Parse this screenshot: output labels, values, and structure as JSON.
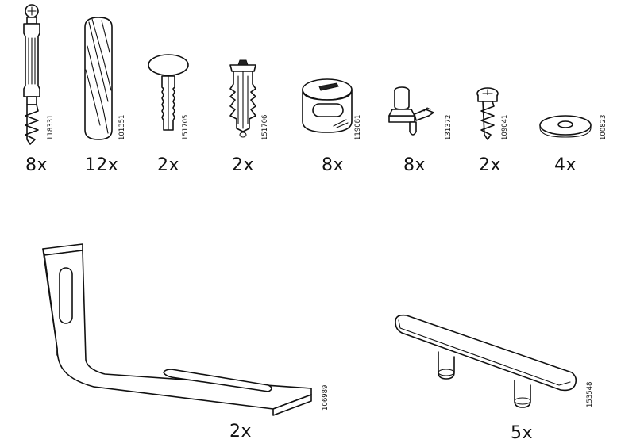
{
  "parts": [
    {
      "code": "118331",
      "qty": "8x"
    },
    {
      "code": "101351",
      "qty": "12x"
    },
    {
      "code": "151705",
      "qty": "2x"
    },
    {
      "code": "151706",
      "qty": "2x"
    },
    {
      "code": "119081",
      "qty": "8x"
    },
    {
      "code": "131372",
      "qty": "8x"
    },
    {
      "code": "109041",
      "qty": "2x"
    },
    {
      "code": "100823",
      "qty": "4x"
    },
    {
      "code": "106989",
      "qty": "2x"
    },
    {
      "code": "153548",
      "qty": "5x"
    }
  ],
  "colors": {
    "line": "#111111",
    "background": "#ffffff"
  }
}
